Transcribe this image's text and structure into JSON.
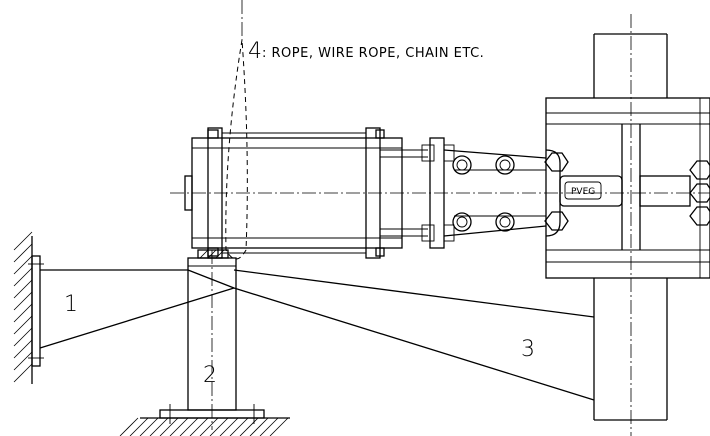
{
  "drawing": {
    "labels": {
      "part1": "1",
      "part2": "2",
      "part3": "3"
    },
    "note": {
      "number": "4",
      "text": ": ROPE, WIRE ROPE, CHAIN ETC."
    },
    "nameplate": "PVEG"
  }
}
